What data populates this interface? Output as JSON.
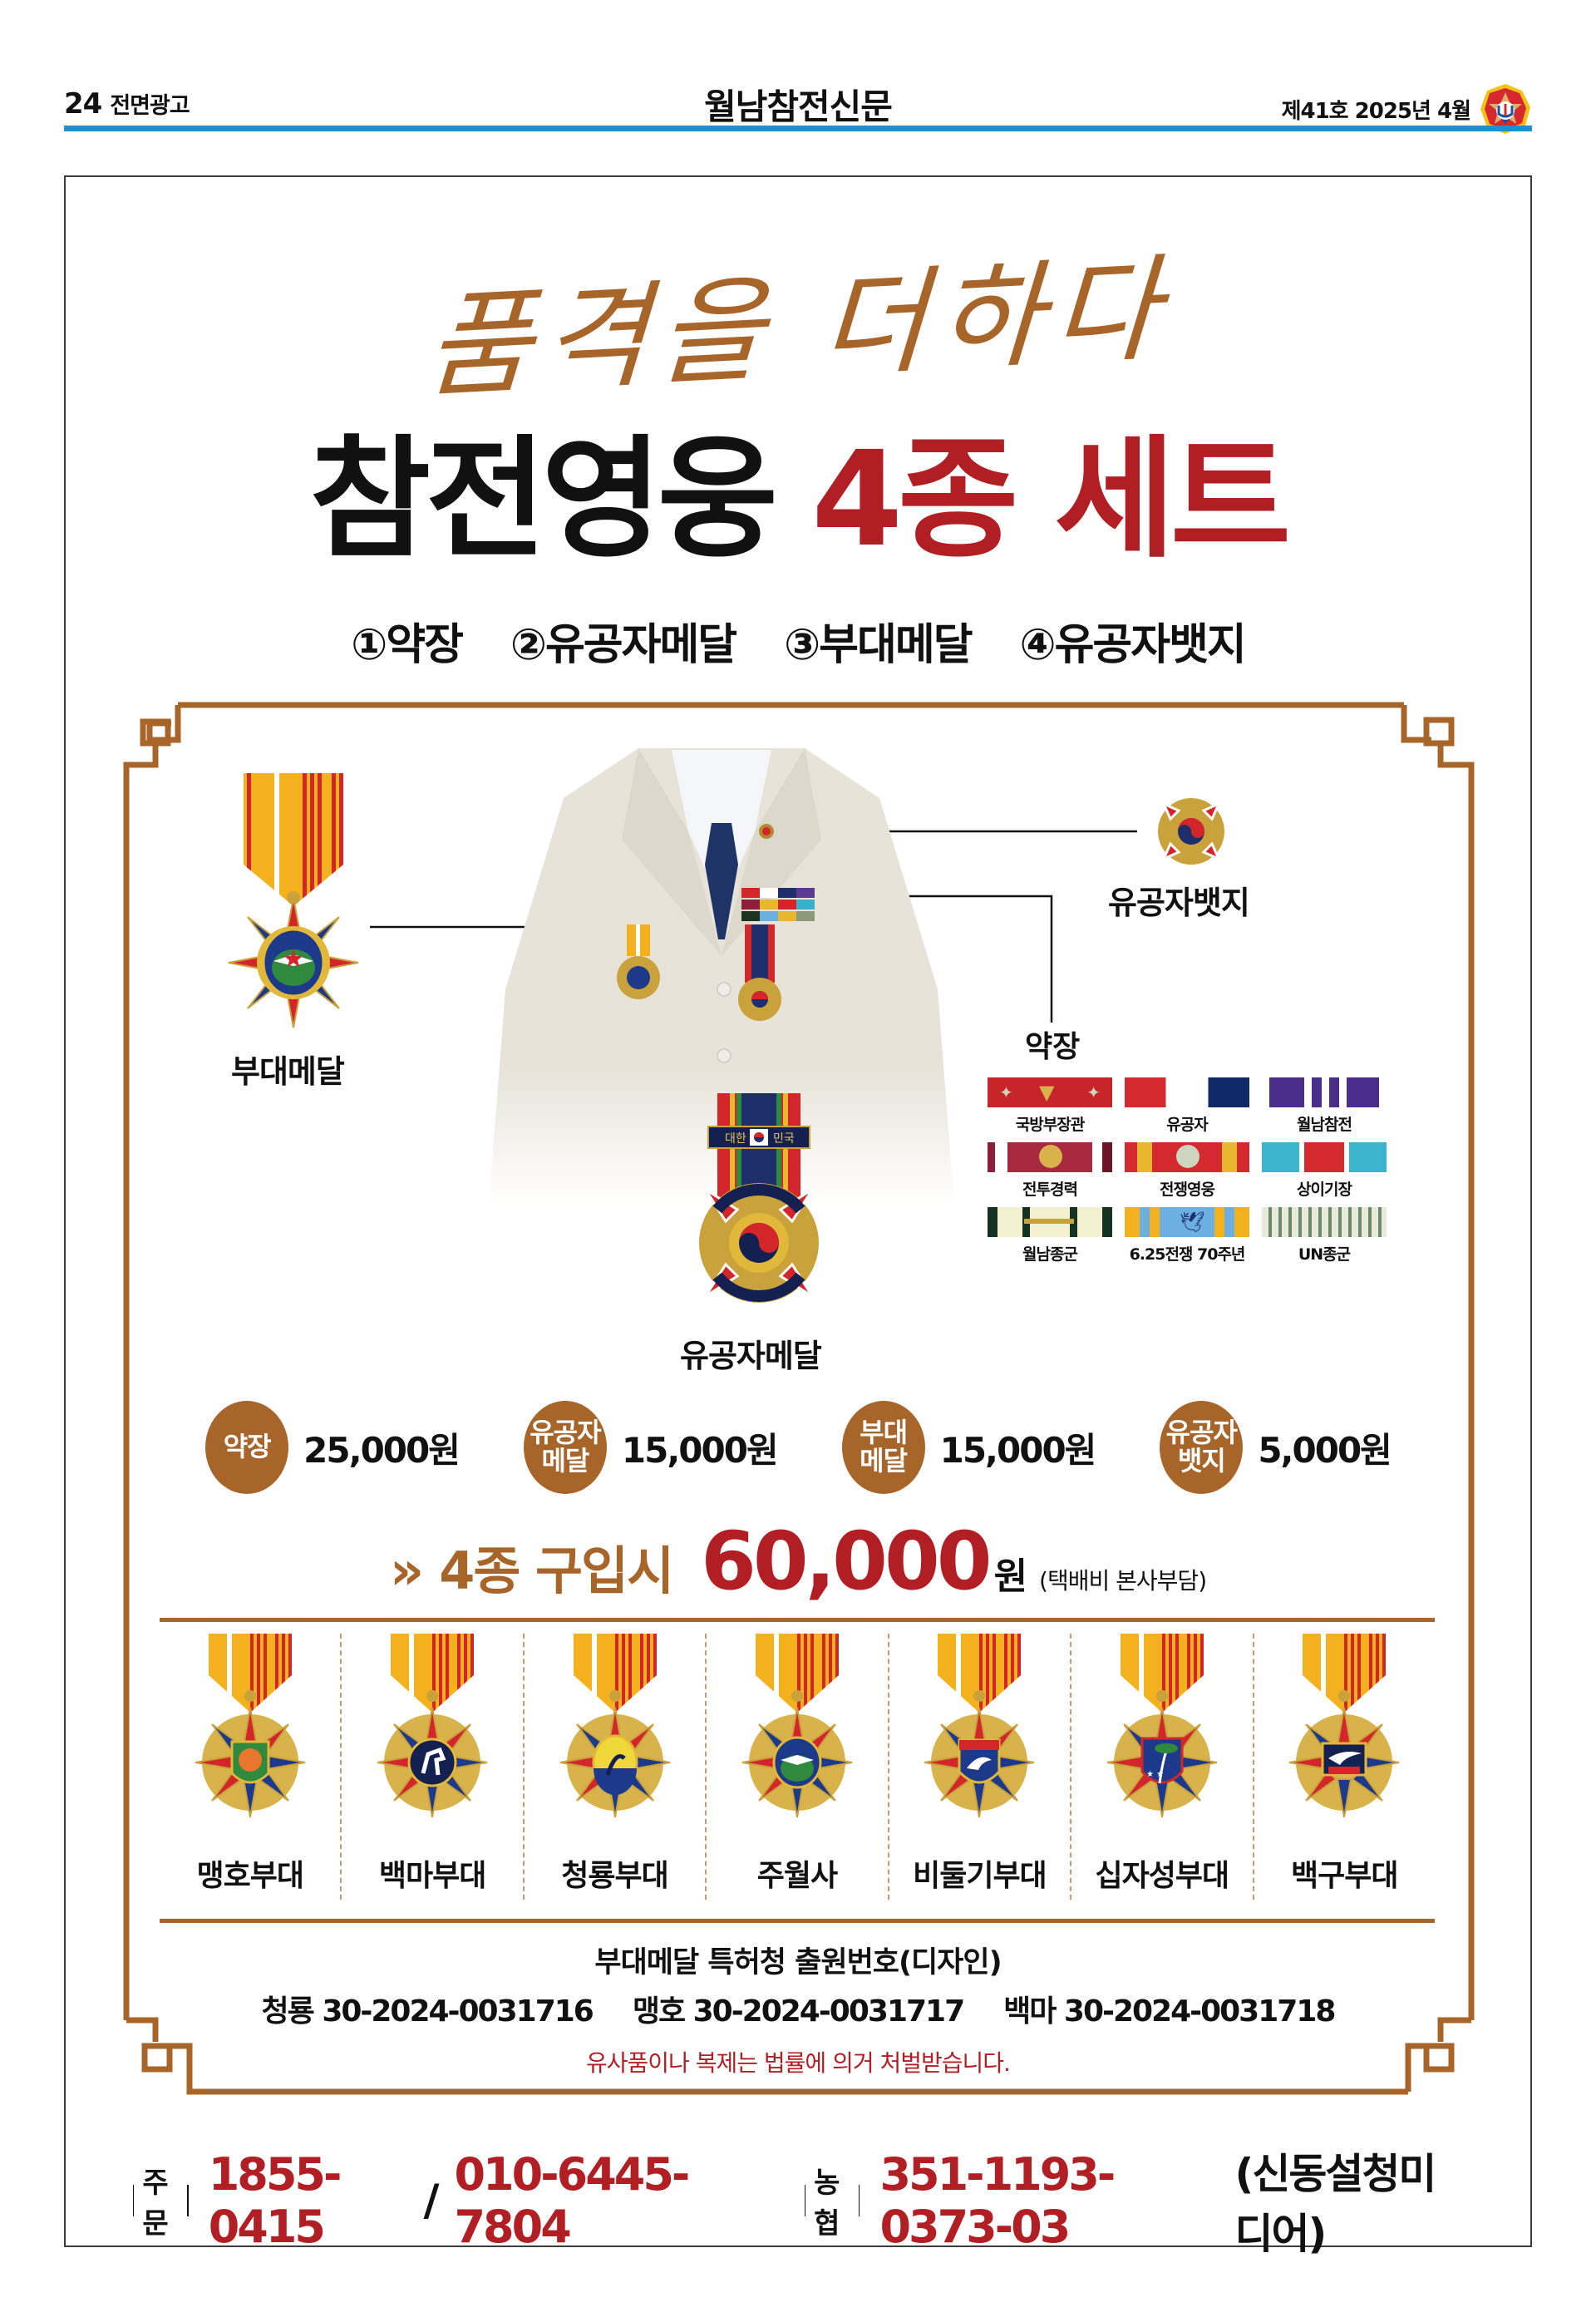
{
  "newspaper": {
    "page_number": "24",
    "section": "전면광고",
    "title": "월남참전신문",
    "issue": "제41호 2025년 4월",
    "rule_color": "#1e8fd0"
  },
  "ad": {
    "tagline": "품격을 더하다",
    "title_black": "참전영웅",
    "title_red": "4종 세트",
    "items": [
      "①약장",
      "②유공자메달",
      "③부대메달",
      "④유공자뱃지"
    ],
    "colors": {
      "brown": "#a8652a",
      "red": "#b11f24",
      "text": "#111111"
    }
  },
  "illustration": {
    "labels": {
      "unit_medal": "부대메달",
      "merit_badge": "유공자뱃지",
      "ribbons": "약장",
      "merit_medal": "유공자메달"
    },
    "merit_medal_plate_left": "대한",
    "merit_medal_plate_right": "민국",
    "ribbon_bars": [
      {
        "label": "국방부장관"
      },
      {
        "label": "유공자"
      },
      {
        "label": "월남참전"
      },
      {
        "label": "전투경력"
      },
      {
        "label": "전쟁영웅"
      },
      {
        "label": "상이기장"
      },
      {
        "label": "월남종군"
      },
      {
        "label": "6.25전쟁 70주년"
      },
      {
        "label": "UN종군"
      }
    ]
  },
  "prices": [
    {
      "badge": "약장",
      "price": "25,000원"
    },
    {
      "badge": "유공자\n메달",
      "price": "15,000원"
    },
    {
      "badge": "부대\n메달",
      "price": "15,000원"
    },
    {
      "badge": "유공자\n뱃지",
      "price": "5,000원"
    }
  ],
  "bundle": {
    "arrow": "»",
    "label": "4종 구입시",
    "price": "60,000",
    "unit": "원",
    "note": "(택배비 본사부담)"
  },
  "unit_medals": [
    {
      "name": "맹호부대",
      "emblem": "tiger"
    },
    {
      "name": "백마부대",
      "emblem": "horse"
    },
    {
      "name": "청룡부대",
      "emblem": "dragon"
    },
    {
      "name": "주월사",
      "emblem": "wings-anchor"
    },
    {
      "name": "비둘기부대",
      "emblem": "dove"
    },
    {
      "name": "십자성부대",
      "emblem": "palm-stars"
    },
    {
      "name": "백구부대",
      "emblem": "gull"
    }
  ],
  "patent": {
    "title": "부대메달 특허청 출원번호(디자인)",
    "numbers": [
      "청룡 30-2024-0031716",
      "맹호 30-2024-0031717",
      "백마 30-2024-0031718"
    ],
    "warning": "유사품이나 복제는 법률에 의거 처벌받습니다."
  },
  "footer": {
    "order_label": "주문",
    "order_phone_1": "1855-0415",
    "separator": "/",
    "order_phone_2": "010-6445-7804",
    "bank_label": "농협",
    "account_number": "351-1193-0373-03",
    "account_owner": "(신동설청미디어)"
  }
}
